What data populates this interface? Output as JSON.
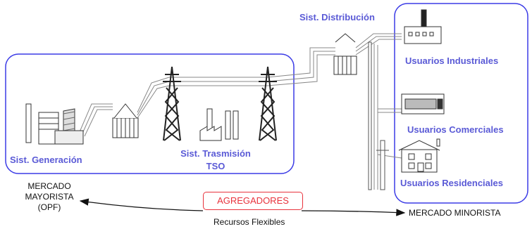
{
  "labels": {
    "gen": "Sist. Generación",
    "trans_line1": "Sist. Trasmisión",
    "trans_line2": "TSO",
    "dist": "Sist. Distribución",
    "ind": "Usuarios Industriales",
    "com": "Usuarios Comerciales",
    "res": "Usuarios Residenciales",
    "mayorista_line1": "MERCADO",
    "mayorista_line2": "MAYORISTA",
    "mayorista_line3": "(OPF)",
    "minorista": "MERCADO MINORISTA",
    "agregadores": "AGREGADORES",
    "recursos": "Recursos Flexibles"
  },
  "colors": {
    "label_blue": "#5a5ad6",
    "box_border": "#3b3be6",
    "agregadores_red": "#e8323c"
  }
}
